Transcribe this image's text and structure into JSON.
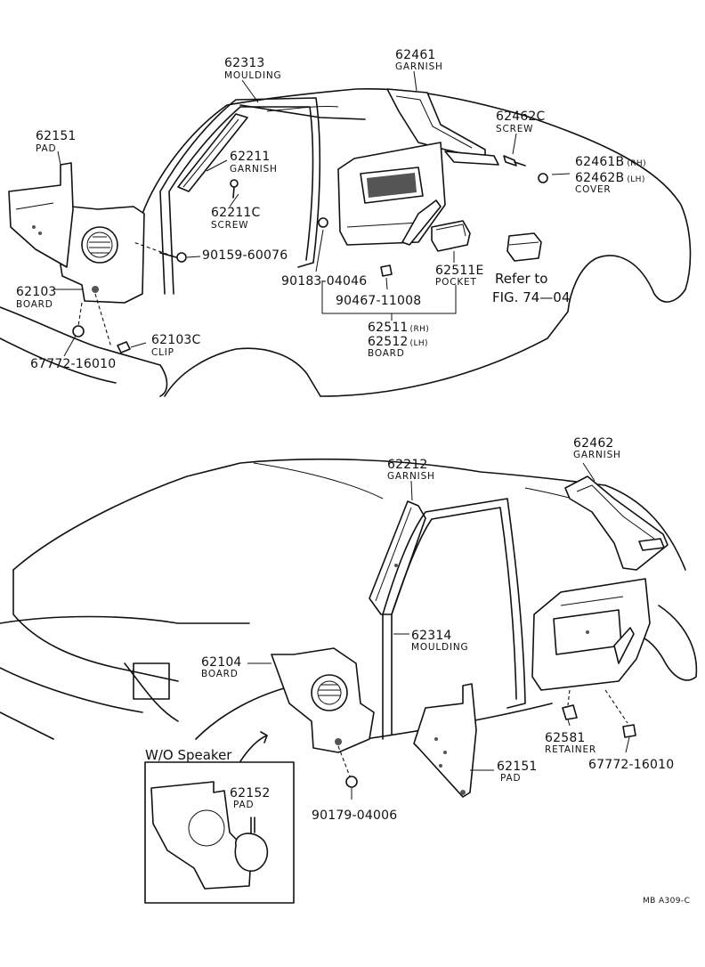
{
  "top": {
    "p62313": {
      "num": "62313",
      "name": "MOULDING"
    },
    "p62461": {
      "num": "62461",
      "name": "GARNISH"
    },
    "p62151": {
      "num": "62151",
      "name": "PAD"
    },
    "p62211": {
      "num": "62211",
      "name": "GARNISH"
    },
    "p62462c": {
      "num": "62462C",
      "name": "SCREW"
    },
    "p62461b": {
      "num": "62461B",
      "suffix": "(RH)"
    },
    "p62462b": {
      "num": "62462B",
      "suffix": "(LH)",
      "name": "COVER"
    },
    "p62211c": {
      "num": "62211C",
      "name": "SCREW"
    },
    "p90159": {
      "num": "90159-60076"
    },
    "p62103": {
      "num": "62103",
      "name": "BOARD"
    },
    "p90183": {
      "num": "90183-04046"
    },
    "p62511e": {
      "num": "62511E",
      "name": "POCKET"
    },
    "refer": {
      "line1": "Refer to",
      "line2": "FIG. 74—04"
    },
    "p90467": {
      "num": "90467-11008"
    },
    "p62511": {
      "num": "62511",
      "suffix": "(RH)"
    },
    "p62512": {
      "num": "62512",
      "suffix": "(LH)",
      "name": "BOARD"
    },
    "p62103c": {
      "num": "62103C",
      "name": "CLIP"
    },
    "p67772": {
      "num": "67772-16010"
    }
  },
  "bottom": {
    "p62462": {
      "num": "62462",
      "name": "GARNISH"
    },
    "p62212": {
      "num": "62212",
      "name": "GARNISH"
    },
    "p62314": {
      "num": "62314",
      "name": "MOULDING"
    },
    "p62104": {
      "num": "62104",
      "name": "BOARD"
    },
    "wo_speaker": "W/O Speaker",
    "p62152": {
      "num": "62152",
      "name": "PAD"
    },
    "p62581": {
      "num": "62581",
      "name": "RETAINER"
    },
    "p67772": {
      "num": "67772-16010"
    },
    "p62151": {
      "num": "62151",
      "name": "PAD"
    },
    "p90179": {
      "num": "90179-04006"
    }
  },
  "footer_code": "MB  A309-C"
}
